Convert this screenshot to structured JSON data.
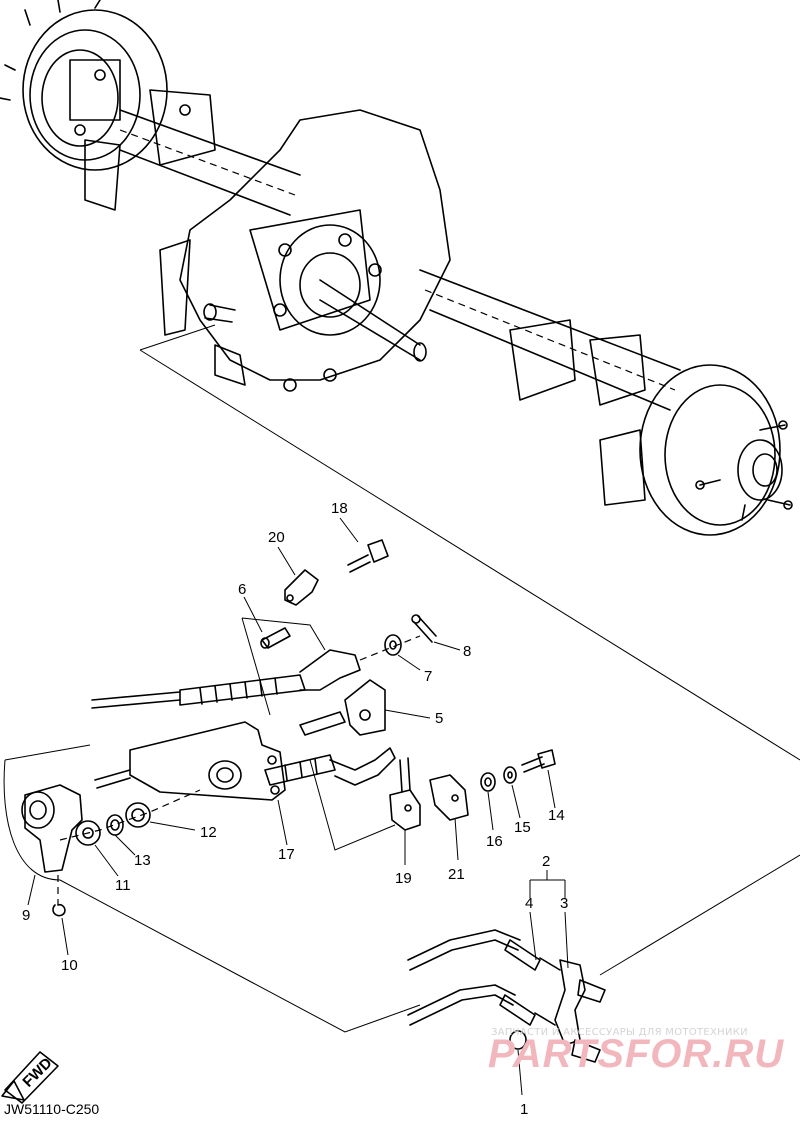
{
  "diagram_code": "JW51110-C250",
  "fwd_label": "FWD",
  "watermark": {
    "tagline": "ЗАПЧАСТИ И АКСЕССУАРЫ ДЛЯ МОТОТЕХНИКИ",
    "brand": "PARTSFOR.RU"
  },
  "callouts": {
    "n1": "1",
    "n2": "2",
    "n3": "3",
    "n4": "4",
    "n5": "5",
    "n6": "6",
    "n7": "7",
    "n8": "8",
    "n9": "9",
    "n10": "10",
    "n11": "11",
    "n12": "12",
    "n13": "13",
    "n14": "14",
    "n15": "15",
    "n16": "16",
    "n17": "17",
    "n18": "18",
    "n19": "19",
    "n20": "20",
    "n21": "21"
  }
}
